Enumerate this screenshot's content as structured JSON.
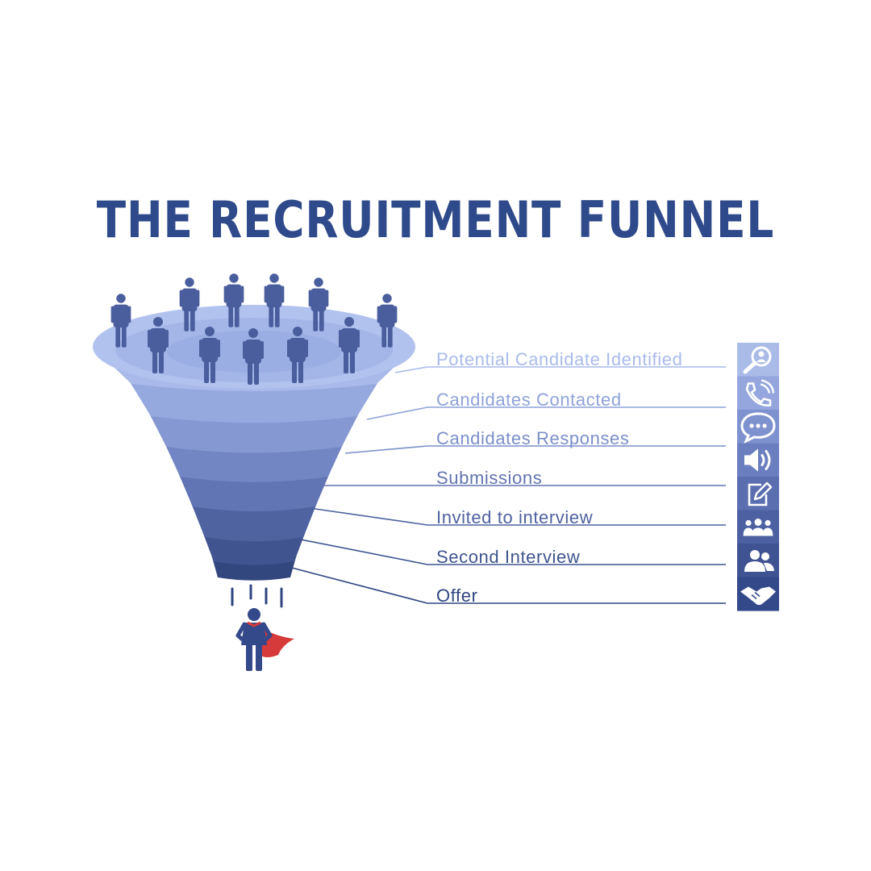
{
  "title": "THE RECRUITMENT FUNNEL",
  "stages": [
    {
      "label": "Potential Candidate Identified",
      "color": "#a9bbeb",
      "icon": "search-user-icon"
    },
    {
      "label": "Candidates Contacted",
      "color": "#8ea2d9",
      "icon": "phone-icon"
    },
    {
      "label": "Candidates Responses",
      "color": "#7a8fc9",
      "icon": "chat-bubble-icon"
    },
    {
      "label": "Submissions",
      "color": "#6274b0",
      "icon": "megaphone-icon"
    },
    {
      "label": "Invited to interview",
      "color": "#4e629f",
      "icon": "edit-note-icon"
    },
    {
      "label": "Second Interview",
      "color": "#3f5590",
      "icon": "group-icon"
    },
    {
      "label": "Offer",
      "color": "#2f4580",
      "icon": "handshake-icon"
    }
  ],
  "icons": [
    "search-user-icon",
    "phone-icon",
    "chat-bubble-icon",
    "megaphone-icon",
    "edit-note-icon",
    "group-icon",
    "two-people-icon",
    "handshake-icon"
  ],
  "colors": {
    "title": "#2f4a8a",
    "person": "#4a5e9e",
    "cape": "#d63a3a",
    "icon_panel_top": "#aabbe8",
    "icon_panel_bottom": "#33498a"
  }
}
